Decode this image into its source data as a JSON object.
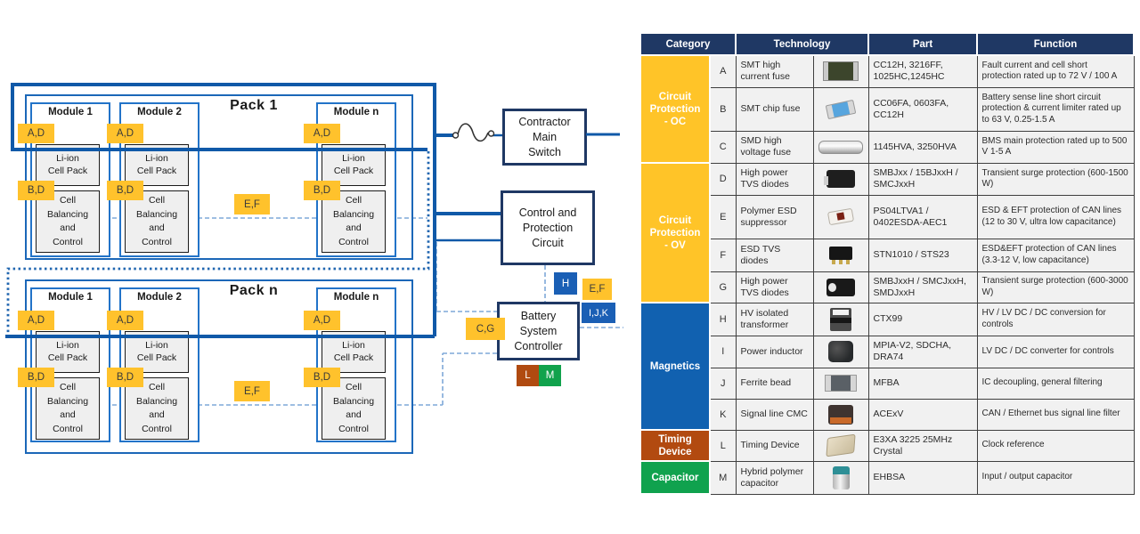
{
  "diagram": {
    "packs": [
      {
        "label": "Pack 1",
        "modules": [
          "Module 1",
          "Module 2",
          "Module n"
        ]
      },
      {
        "label": "Pack n",
        "modules": [
          "Module 1",
          "Module 2",
          "Module n"
        ]
      }
    ],
    "module_boxes": {
      "cell_pack": "Li-ion\nCell Pack",
      "balancing": "Cell\nBalancing\nand\nControl"
    },
    "badges": {
      "ad": "A,D",
      "bd": "B,D",
      "ef": "E,F",
      "cg": "C,G",
      "h": "H",
      "ijk": "I,J,K",
      "l": "L",
      "m": "M"
    },
    "nodes": {
      "contractor_main_switch": "Contractor\nMain\nSwitch",
      "control_protection": "Control and\nProtection\nCircuit",
      "battery_system_controller": "Battery\nSystem\nController"
    },
    "colors": {
      "bus": "#1059a8",
      "pack_border": "#1b67b8",
      "module_border": "#2273c8",
      "node_border": "#1f3864",
      "badge_yellow": "#ffc22c",
      "badge_blue": "#1a5fb5",
      "badge_rust": "#b04a10",
      "badge_green": "#11a24c",
      "dashed_line": "#7fa8d8"
    }
  },
  "table": {
    "headers": [
      "Category",
      "Technology",
      "Part",
      "Function"
    ],
    "groups": [
      {
        "label": "Circuit\nProtection\n- OC",
        "color": "#ffc428",
        "rows": 3
      },
      {
        "label": "Circuit\nProtection\n- OV",
        "color": "#ffc428",
        "rows": 4
      },
      {
        "label": "Magnetics",
        "color": "#1161b0",
        "rows": 4
      },
      {
        "label": "Timing\nDevice",
        "color": "#b24a10",
        "rows": 1
      },
      {
        "label": "Capacitor",
        "color": "#10a24e",
        "rows": 1
      }
    ],
    "rows": [
      {
        "letter": "A",
        "tech": "SMT high current fuse",
        "photo": "smt-high-current-fuse-photo",
        "part": "CC12H, 3216FF, 1025HC,1245HC",
        "function": "Fault current and cell short protection rated up to 72 V / 100 A"
      },
      {
        "letter": "B",
        "tech": "SMT chip fuse",
        "photo": "smt-chip-fuse-photo",
        "part": "CC06FA, 0603FA, CC12H",
        "function": "Battery sense line short circuit protection & current limiter rated up to 63 V, 0.25-1.5 A"
      },
      {
        "letter": "C",
        "tech": "SMD high voltage fuse",
        "photo": "smd-high-voltage-fuse-photo",
        "part": "1145HVA, 3250HVA",
        "function": "BMS main protection rated up to 500 V 1-5 A"
      },
      {
        "letter": "D",
        "tech": "High power TVS diodes",
        "photo": "high-power-tvs-diode-photo",
        "part": "SMBJxx / 15BJxxH / SMCJxxH",
        "function": "Transient surge protection (600-1500 W)"
      },
      {
        "letter": "E",
        "tech": "Polymer ESD suppressor",
        "photo": "polymer-esd-suppressor-photo",
        "part": "PS04LTVA1 / 0402ESDA-AEC1",
        "function": "ESD & EFT protection of CAN lines (12 to 30 V, ultra low capacitance)"
      },
      {
        "letter": "F",
        "tech": "ESD TVS diodes",
        "photo": "esd-tvs-diode-photo",
        "part": "STN1010 / STS23",
        "function": "ESD&EFT protection of CAN lines (3.3-12 V, low capacitance)"
      },
      {
        "letter": "G",
        "tech": "High power TVS diodes",
        "photo": "high-power-tvs-diode-photo",
        "part": "SMBJxxH / SMCJxxH, SMDJxxH",
        "function": "Transient surge protection (600-3000 W)"
      },
      {
        "letter": "H",
        "tech": "HV isolated transformer",
        "photo": "hv-isolated-transformer-photo",
        "part": "CTX99",
        "function": "HV / LV DC / DC conversion for controls"
      },
      {
        "letter": "I",
        "tech": "Power inductor",
        "photo": "power-inductor-photo",
        "part": "MPIA-V2,  SDCHA, DRA74",
        "function": "LV DC / DC converter for controls"
      },
      {
        "letter": "J",
        "tech": "Ferrite bead",
        "photo": "ferrite-bead-photo",
        "part": "MFBA",
        "function": "IC decoupling, general filtering"
      },
      {
        "letter": "K",
        "tech": "Signal line CMC",
        "photo": "signal-line-cmc-photo",
        "part": "ACExV",
        "function": "CAN / Ethernet bus signal line filter"
      },
      {
        "letter": "L",
        "tech": "Timing Device",
        "photo": "timing-device-crystal-photo",
        "part": "E3XA 3225 25MHz Crystal",
        "function": "Clock reference"
      },
      {
        "letter": "M",
        "tech": "Hybrid polymer capacitor",
        "photo": "hybrid-polymer-capacitor-photo",
        "part": "EHBSA",
        "function": "Input / output capacitor"
      }
    ]
  }
}
